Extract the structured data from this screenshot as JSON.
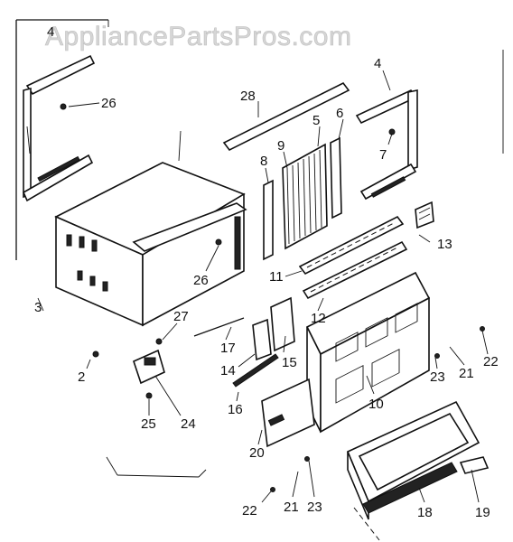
{
  "watermark": "AppliancePartsPros.com",
  "callouts": {
    "c4a": "4",
    "c26a": "26",
    "c28": "28",
    "c5": "5",
    "c6": "6",
    "c4b": "4",
    "c9": "9",
    "c8": "8",
    "c7": "7",
    "c26b": "26",
    "c13": "13",
    "c11": "11",
    "c12": "12",
    "c3": "3",
    "c27": "27",
    "c17": "17",
    "c14": "14",
    "c15": "15",
    "c22a": "22",
    "c2": "2",
    "c23a": "23",
    "c21a": "21",
    "c16": "16",
    "c25": "25",
    "c24": "24",
    "c10": "10",
    "c20": "20",
    "c22b": "22",
    "c21b": "21",
    "c23b": "23",
    "c18": "18",
    "c19": "19"
  }
}
